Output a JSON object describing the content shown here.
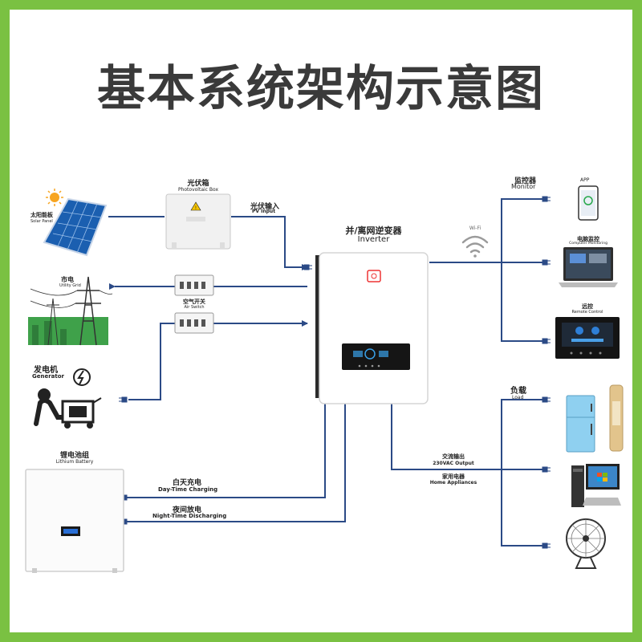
{
  "title": "基本系统架构示意图",
  "components": {
    "solar_panel": {
      "cn": "太阳能板",
      "en": "Solar Panel"
    },
    "pv_box": {
      "cn": "光伏箱",
      "en": "Photovoltaic Box"
    },
    "pv_input": {
      "cn": "光伏输入",
      "en": "PV Input"
    },
    "grid": {
      "cn": "市电",
      "en": "Utility Grid"
    },
    "air_switch": {
      "cn": "空气开关",
      "en": "Air Switch"
    },
    "generator": {
      "cn": "发电机",
      "en": "Generator"
    },
    "battery": {
      "cn": "锂电池组",
      "en": "Lithium Battery"
    },
    "day_charging": {
      "cn": "白天充电",
      "en": "Day-Time Charging"
    },
    "night_discharging": {
      "cn": "夜间放电",
      "en": "Night-Time Discharging"
    },
    "inverter": {
      "cn": "并/离网逆变器",
      "en": "Inverter"
    },
    "wifi": {
      "en": "Wi-Fi"
    },
    "monitor": {
      "cn": "监控器",
      "en": "Monitor"
    },
    "app": {
      "en": "APP"
    },
    "computer_monitoring": {
      "cn": "电脑监控",
      "en": "Computer Monitoring"
    },
    "remote_control": {
      "cn": "远控",
      "en": "Remote Control"
    },
    "load": {
      "cn": "负载",
      "en": "Load"
    },
    "ac_output": {
      "cn": "交流输出",
      "en": "230VAC Output"
    },
    "home_appliances": {
      "cn": "家用电器",
      "en": "Home Appliances"
    }
  },
  "colors": {
    "border": "#7ac142",
    "wire": "#2b4a86",
    "title": "#3a3a3a"
  }
}
